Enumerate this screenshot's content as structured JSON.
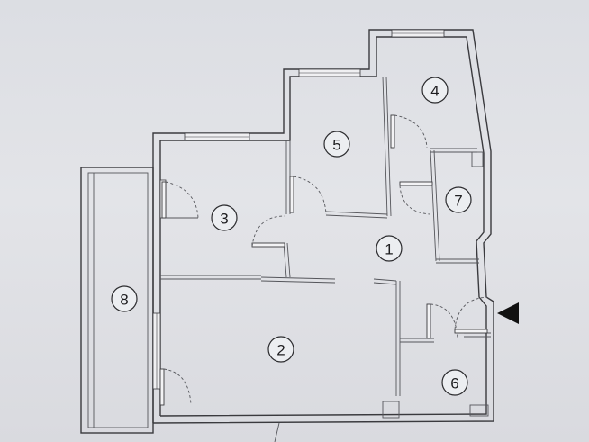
{
  "rooms": [
    {
      "id": "room-1",
      "label": "1"
    },
    {
      "id": "room-2",
      "label": "2"
    },
    {
      "id": "room-3",
      "label": "3"
    },
    {
      "id": "room-4",
      "label": "4"
    },
    {
      "id": "room-5",
      "label": "5"
    },
    {
      "id": "room-6",
      "label": "6"
    },
    {
      "id": "room-7",
      "label": "7"
    },
    {
      "id": "room-8",
      "label": "8"
    }
  ],
  "entrance_marker": "triangle-arrow",
  "colors": {
    "background": "#dcdee3",
    "line": "#3a3a3e"
  }
}
